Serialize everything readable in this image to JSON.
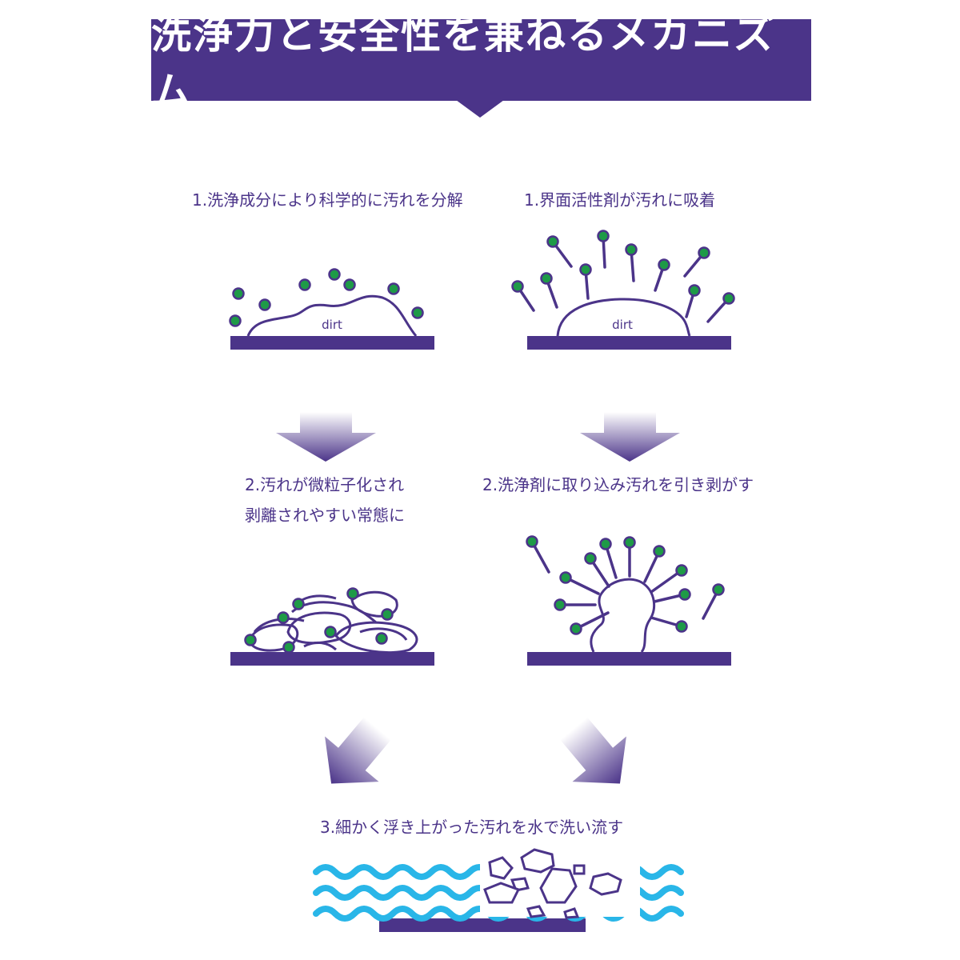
{
  "title": "洗浄力と安全性を兼ねるメカニズム",
  "steps": {
    "left_1": "1.洗浄成分により科学的に汚れを分解",
    "right_1": "1.界面活性剤が汚れに吸着",
    "left_2_line1": "2.汚れが微粒子化され",
    "left_2_line2": "剥離されやすい常態に",
    "right_2": "2.洗浄剤に取り込み汚れを引き剥がす",
    "final_3": "3.細かく浮き上がった汚れを水で洗い流す"
  },
  "dirt_labels": [
    "dirt",
    "dirt"
  ],
  "colors": {
    "purple": "#4b3489",
    "green": "#1e9a47",
    "water": "#29b6e8",
    "white": "#ffffff"
  }
}
